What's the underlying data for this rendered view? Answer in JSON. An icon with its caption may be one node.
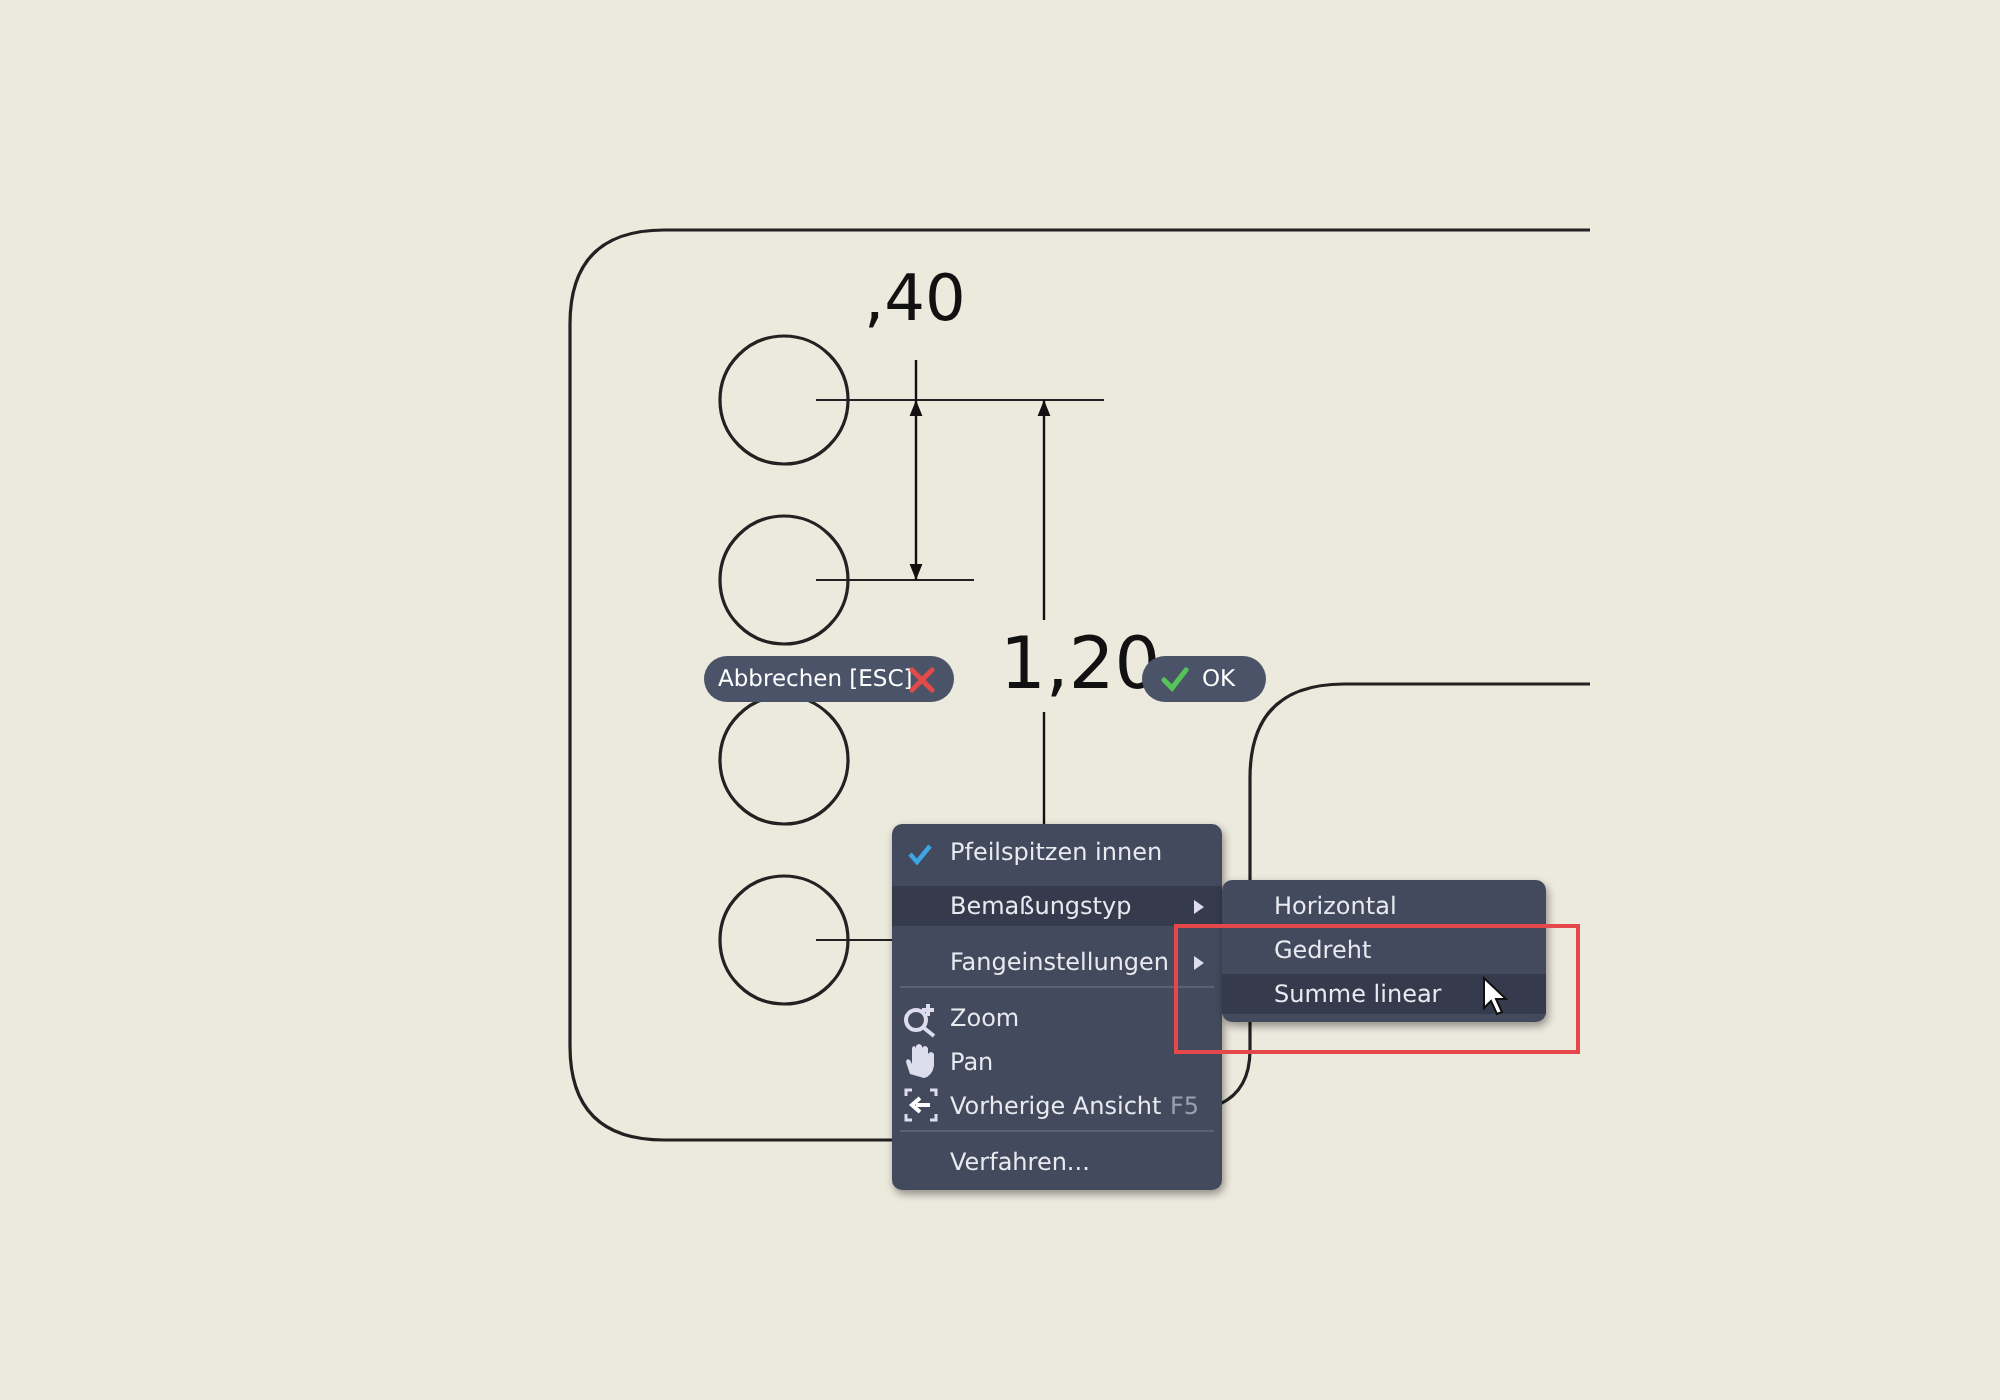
{
  "diagram": {
    "labels": [
      ",40",
      "Abbrechen [ESC]",
      "1,20",
      "OK",
      "Pfeilspitzen innen",
      "Bemaßungstyp",
      "Fangeinstellungen",
      "Zoom",
      "Pan",
      "Vorherige Ansicht",
      "F5",
      "Verfahren...",
      "Horizontal",
      "Gedreht",
      "Summe linear"
    ]
  }
}
